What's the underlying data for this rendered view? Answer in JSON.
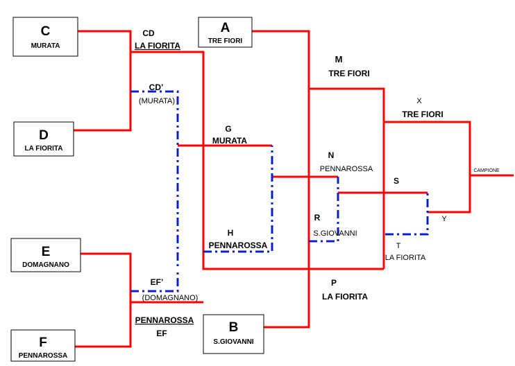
{
  "teams": {
    "C": {
      "letter": "C",
      "name": "MURATA"
    },
    "D": {
      "letter": "D",
      "name": "LA FIORITA"
    },
    "E": {
      "letter": "E",
      "name": "DOMAGNANO"
    },
    "F": {
      "letter": "F",
      "name": "PENNAROSSA"
    },
    "A": {
      "letter": "A",
      "name": "TRE FIORI"
    },
    "B": {
      "letter": "B",
      "name": "S.GIOVANNI"
    }
  },
  "matches": {
    "CD": {
      "code": "CD",
      "winner": "LA FIORITA"
    },
    "CD2": {
      "code": "CD’",
      "winner": "(MURATA)"
    },
    "EF": {
      "code": "EF",
      "winner": "PENNAROSSA"
    },
    "EF2": {
      "code": "EF’",
      "winner": "(DOMAGNANO)"
    },
    "G": {
      "code": "G",
      "winner": "MURATA"
    },
    "H": {
      "code": "H",
      "winner": "PENNAROSSA"
    },
    "M": {
      "code": "M",
      "winner": "TRE FIORI"
    },
    "N": {
      "code": "N",
      "winner": "PENNAROSSA"
    },
    "R": {
      "code": "R",
      "winner": "S.GIOVANNI"
    },
    "P": {
      "code": "P",
      "winner": "LA FIORITA"
    },
    "X": {
      "code": "X",
      "winner": "TRE FIORI"
    },
    "S": {
      "code": "S"
    },
    "T": {
      "code": "T",
      "winner": "LA FIORITA"
    },
    "Y": {
      "code": "Y"
    }
  },
  "final": {
    "label": "CAMPIONE"
  },
  "colors": {
    "winner_path": "#ff0000",
    "loser_path": "#0a1fcc"
  }
}
